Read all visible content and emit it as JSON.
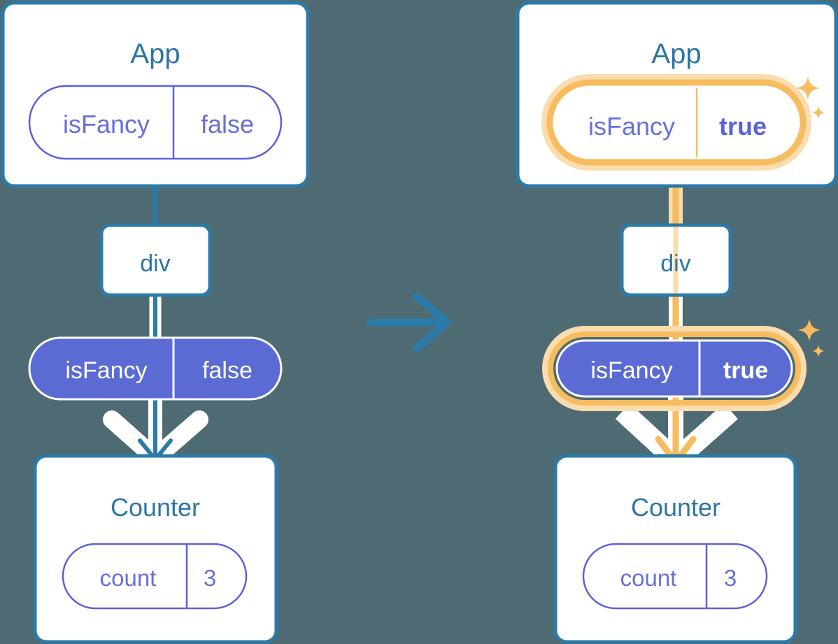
{
  "diagram": {
    "title": "React state update propagation (before / after)",
    "background_color": "#4e6a73",
    "transition_icon": "arrow-right-icon"
  },
  "colors": {
    "background": "#4e6a73",
    "blue": "#2b7ba8",
    "blue_text": "#2d76a4",
    "purple": "#5c6bd4",
    "purple_text": "#5b62d6",
    "white": "#ffffff",
    "orange": "#f7bc5f",
    "orange_glow": "#fbdcac",
    "divider_light": "#d3dcf2"
  },
  "panels": [
    {
      "id": "before",
      "name": "before-panel",
      "app": {
        "title": "App",
        "state": {
          "key": "isFancy",
          "value": "false",
          "highlighted": false,
          "style": "outline"
        }
      },
      "div": {
        "label": "div"
      },
      "prop": {
        "key": "isFancy",
        "value": "false",
        "highlighted": false,
        "style": "filled"
      },
      "counter": {
        "title": "Counter",
        "state": {
          "key": "count",
          "value": "3",
          "highlighted": false,
          "style": "outline"
        }
      },
      "connector_color": "#2b7ba8",
      "sparkles": false
    },
    {
      "id": "after",
      "name": "after-panel",
      "app": {
        "title": "App",
        "state": {
          "key": "isFancy",
          "value": "true",
          "highlighted": true,
          "style": "outline"
        }
      },
      "div": {
        "label": "div"
      },
      "prop": {
        "key": "isFancy",
        "value": "true",
        "highlighted": true,
        "style": "filled"
      },
      "counter": {
        "title": "Counter",
        "state": {
          "key": "count",
          "value": "3",
          "highlighted": false,
          "style": "outline"
        }
      },
      "connector_color": "#f7bc5f",
      "sparkles": true
    }
  ]
}
